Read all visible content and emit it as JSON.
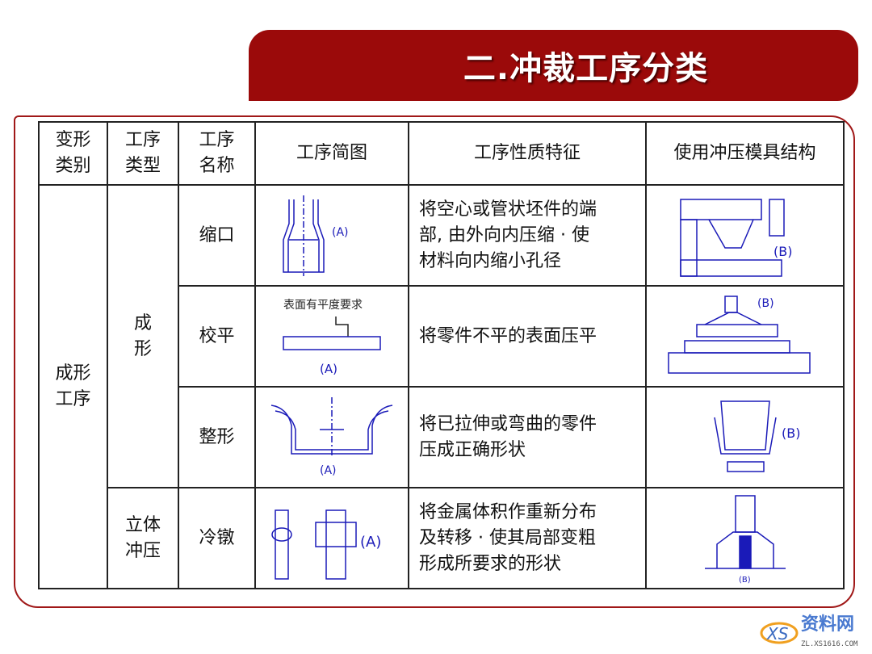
{
  "title": "二.冲裁工序分类",
  "table": {
    "headers": [
      "变形类别",
      "工序类型",
      "工序名称",
      "工序简图",
      "工序性质特征",
      "使用冲压模具结构"
    ],
    "category": "成形工序",
    "types": [
      "成形",
      "立体冲压"
    ],
    "rows": [
      {
        "name": "缩口",
        "diagram_label": "(A)",
        "mold_label": "(B)",
        "desc": [
          "将空心或管状坯件的端",
          "部, 由外向内压缩 · 使",
          "材料向内缩小孔径"
        ]
      },
      {
        "name": "校平",
        "diagram_label": "(A)",
        "diagram_note": "表面有平度要求",
        "mold_label": "(B)",
        "desc": [
          "将零件不平的表面压平"
        ]
      },
      {
        "name": "整形",
        "diagram_label": "(A)",
        "mold_label": "(B)",
        "desc": [
          "将已拉伸或弯曲的零件",
          "压成正确形状"
        ]
      },
      {
        "name": "冷镦",
        "diagram_label": "(A)",
        "mold_label": "(B)",
        "desc": [
          "将金属体积作重新分布",
          "及转移 · 使其局部变粗",
          "形成所要求的形状"
        ]
      }
    ]
  },
  "watermark": {
    "brand": "资料网",
    "url": "ZL.XS1616.COM",
    "logo": "XS"
  },
  "colors": {
    "banner": "#9b0a0a",
    "frame": "#a01818",
    "drawing": "#1a1ab8"
  }
}
